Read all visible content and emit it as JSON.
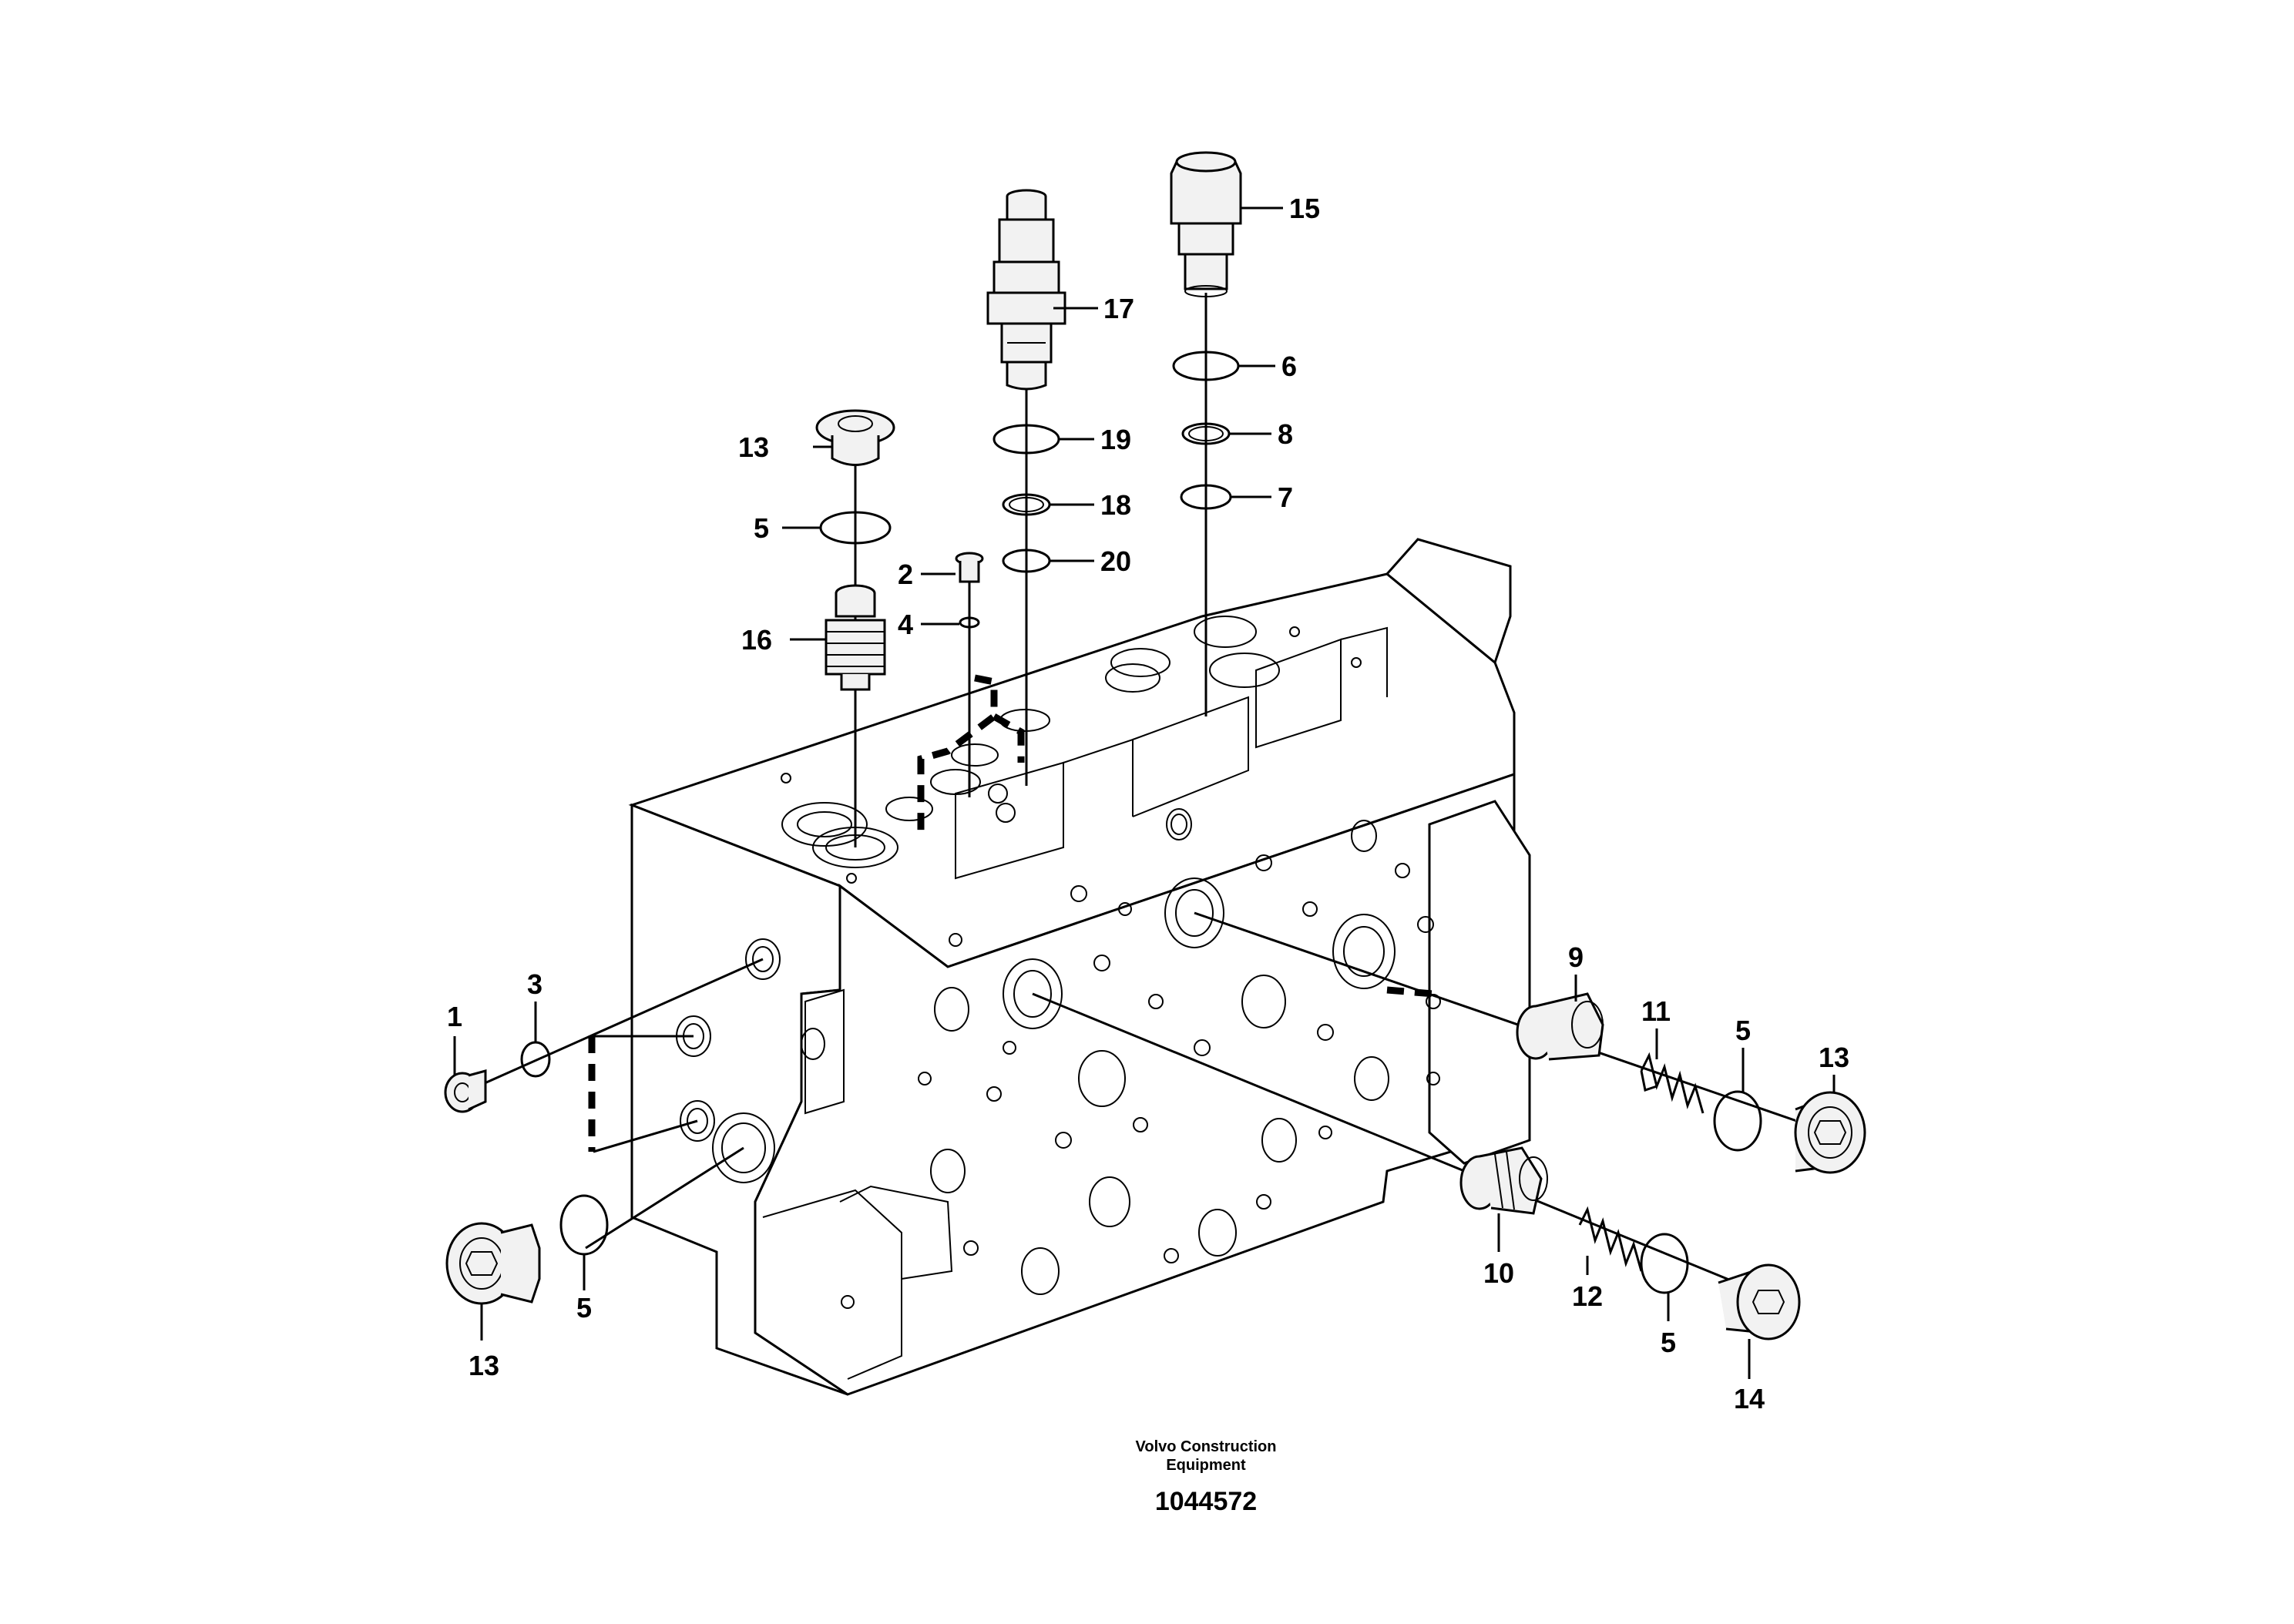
{
  "diagram": {
    "callouts": {
      "c1": "1",
      "c2": "2",
      "c3": "3",
      "c4": "4",
      "c5a": "5",
      "c5b": "5",
      "c5c": "5",
      "c5d": "5",
      "c6": "6",
      "c7": "7",
      "c8": "8",
      "c9": "9",
      "c10": "10",
      "c11": "11",
      "c12": "12",
      "c13a": "13",
      "c13b": "13",
      "c13c": "13",
      "c14": "14",
      "c15": "15",
      "c16": "16",
      "c17": "17",
      "c18": "18",
      "c19": "19",
      "c20": "20"
    },
    "credit": {
      "line1": "Volvo Construction",
      "line2": "Equipment",
      "drawing_number": "1044572"
    }
  }
}
